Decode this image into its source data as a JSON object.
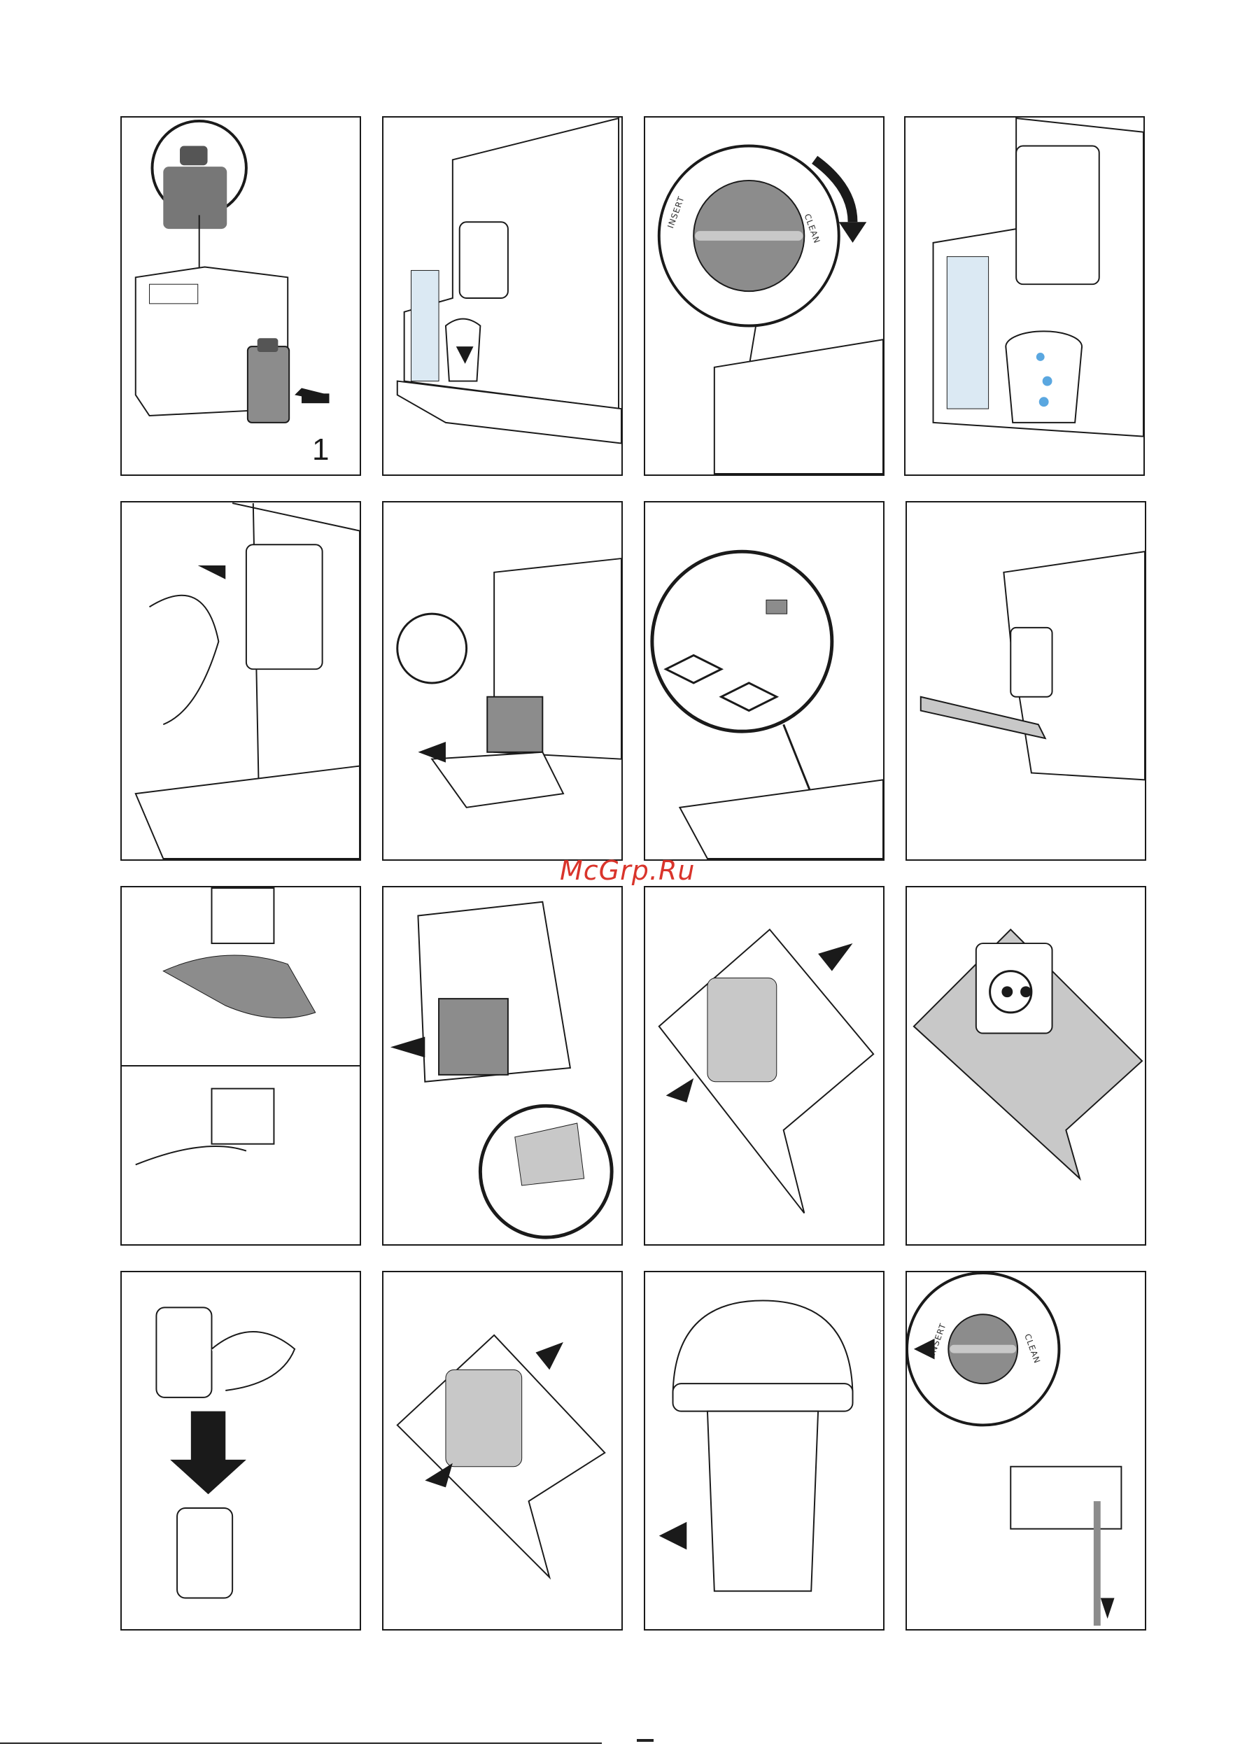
{
  "watermark": "McGrp.Ru",
  "panels": [
    {
      "id": "1",
      "step_label": "1"
    },
    {
      "id": "2"
    },
    {
      "id": "3",
      "dial": {
        "insert": "INSERT",
        "clean": "CLEAN"
      }
    },
    {
      "id": "4"
    },
    {
      "id": "5"
    },
    {
      "id": "6"
    },
    {
      "id": "7"
    },
    {
      "id": "8"
    },
    {
      "id": "9"
    },
    {
      "id": "10"
    },
    {
      "id": "11"
    },
    {
      "id": "12"
    },
    {
      "id": "13"
    },
    {
      "id": "14"
    },
    {
      "id": "15"
    },
    {
      "id": "16",
      "dial": {
        "insert": "INSERT",
        "clean": "CLEAN"
      }
    }
  ],
  "colors": {
    "line": "#1a1a1a",
    "grey": "#8c8c8c",
    "light_grey": "#c8c8c8",
    "water": "#5aa7e0",
    "watermark": "#d9342b"
  }
}
